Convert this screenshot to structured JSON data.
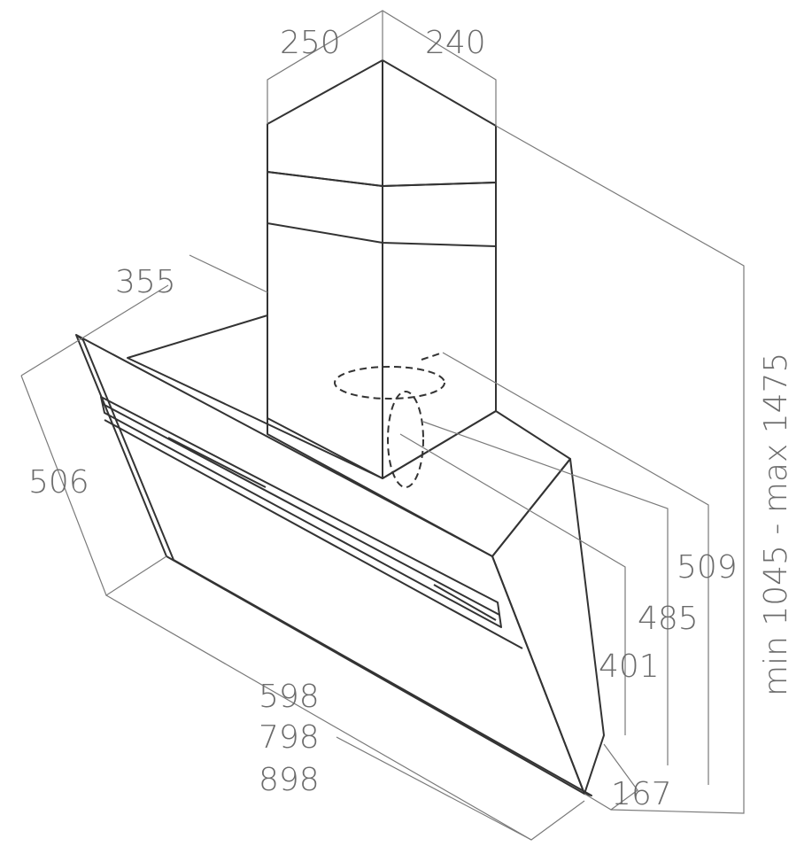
{
  "dimensions": {
    "chimney_width": "250",
    "chimney_depth": "240",
    "hood_depth": "355",
    "hood_height": "506",
    "width_options": [
      "598",
      "798",
      "898"
    ],
    "depth_167": "167",
    "outlet_401": "401",
    "outlet_485": "485",
    "outlet_509": "509",
    "total_height": "min 1045 - max 1475"
  }
}
